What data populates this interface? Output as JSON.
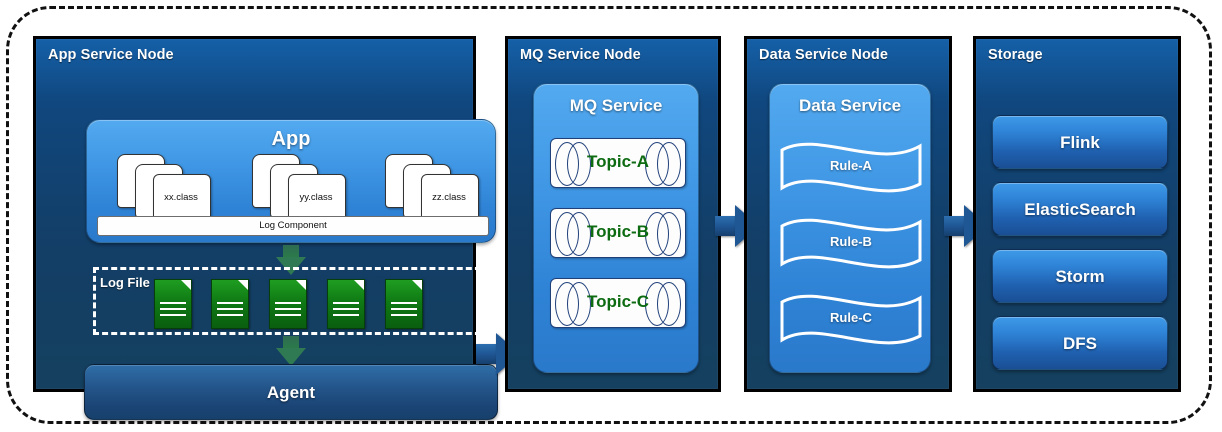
{
  "diagram": {
    "outer_frame": "dashed-boundary",
    "nodes": [
      {
        "id": "app-service-node",
        "title": "App Service Node",
        "service_title": "App",
        "classes": [
          {
            "label": "xx.class"
          },
          {
            "label": "yy.class"
          },
          {
            "label": "zz.class"
          }
        ],
        "log_component_label": "Log Component",
        "log_file_label": "Log File",
        "log_file_count": 5,
        "agent_label": "Agent"
      },
      {
        "id": "mq-service-node",
        "title": "MQ Service Node",
        "service_title": "MQ Service",
        "topics": [
          "Topic-A",
          "Topic-B",
          "Topic-C"
        ]
      },
      {
        "id": "data-service-node",
        "title": "Data Service Node",
        "service_title": "Data Service",
        "rules": [
          "Rule-A",
          "Rule-B",
          "Rule-C"
        ]
      },
      {
        "id": "storage-node",
        "title": "Storage",
        "items": [
          "Flink",
          "ElasticSearch",
          "Storm",
          "DFS"
        ]
      }
    ],
    "flow_arrows": [
      {
        "name": "app-to-mq",
        "direction": "right"
      },
      {
        "name": "mq-to-data",
        "direction": "right"
      },
      {
        "name": "data-to-storage",
        "direction": "right"
      },
      {
        "name": "app-to-logfile",
        "direction": "down"
      },
      {
        "name": "logfile-to-agent",
        "direction": "down"
      }
    ],
    "colors": {
      "node_bg_top": "#1560a8",
      "node_bg_bottom": "#15405f",
      "service_bg": "#3f96e4",
      "topic_text": "#0d6b12",
      "log_doc_green": "#0f7a14",
      "arrow_blue": "#1f5694",
      "arrow_green": "#2f7a52",
      "frame_border": "#111111"
    }
  }
}
